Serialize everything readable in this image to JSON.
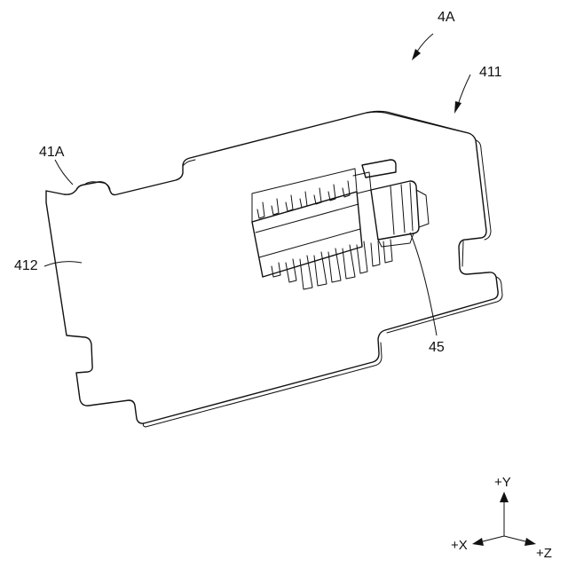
{
  "figure": {
    "labels": {
      "assembly": "4A",
      "plate": "411",
      "corner": "41A",
      "face": "412",
      "connector": "45"
    },
    "axes": {
      "y": "+Y",
      "x": "+X",
      "z": "+Z"
    }
  }
}
